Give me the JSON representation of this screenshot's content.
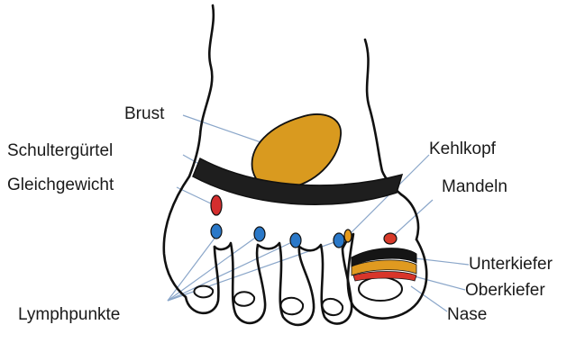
{
  "labels": {
    "brust": "Brust",
    "schultergurtel": "Schultergürtel",
    "gleichgewicht": "Gleichgewicht",
    "kehlkopf": "Kehlkopf",
    "mandeln": "Mandeln",
    "unterkiefer": "Unterkiefer",
    "oberkiefer": "Oberkiefer",
    "nase": "Nase",
    "lymphpunkte": "Lymphpunkte"
  },
  "colors": {
    "outline": "#111111",
    "chest_fill": "#d99a1f",
    "shoulder_band": "#1e1e1e",
    "balance_point": "#d42e2e",
    "lymph_point": "#2a78c8",
    "larynx_point": "#e59a1a",
    "tonsil_point": "#d83a2a",
    "lower_jaw_band": "#151515",
    "upper_jaw_band": "#e09a20",
    "nose_band": "#d8352a",
    "leader_line": "#8aa6c9"
  }
}
